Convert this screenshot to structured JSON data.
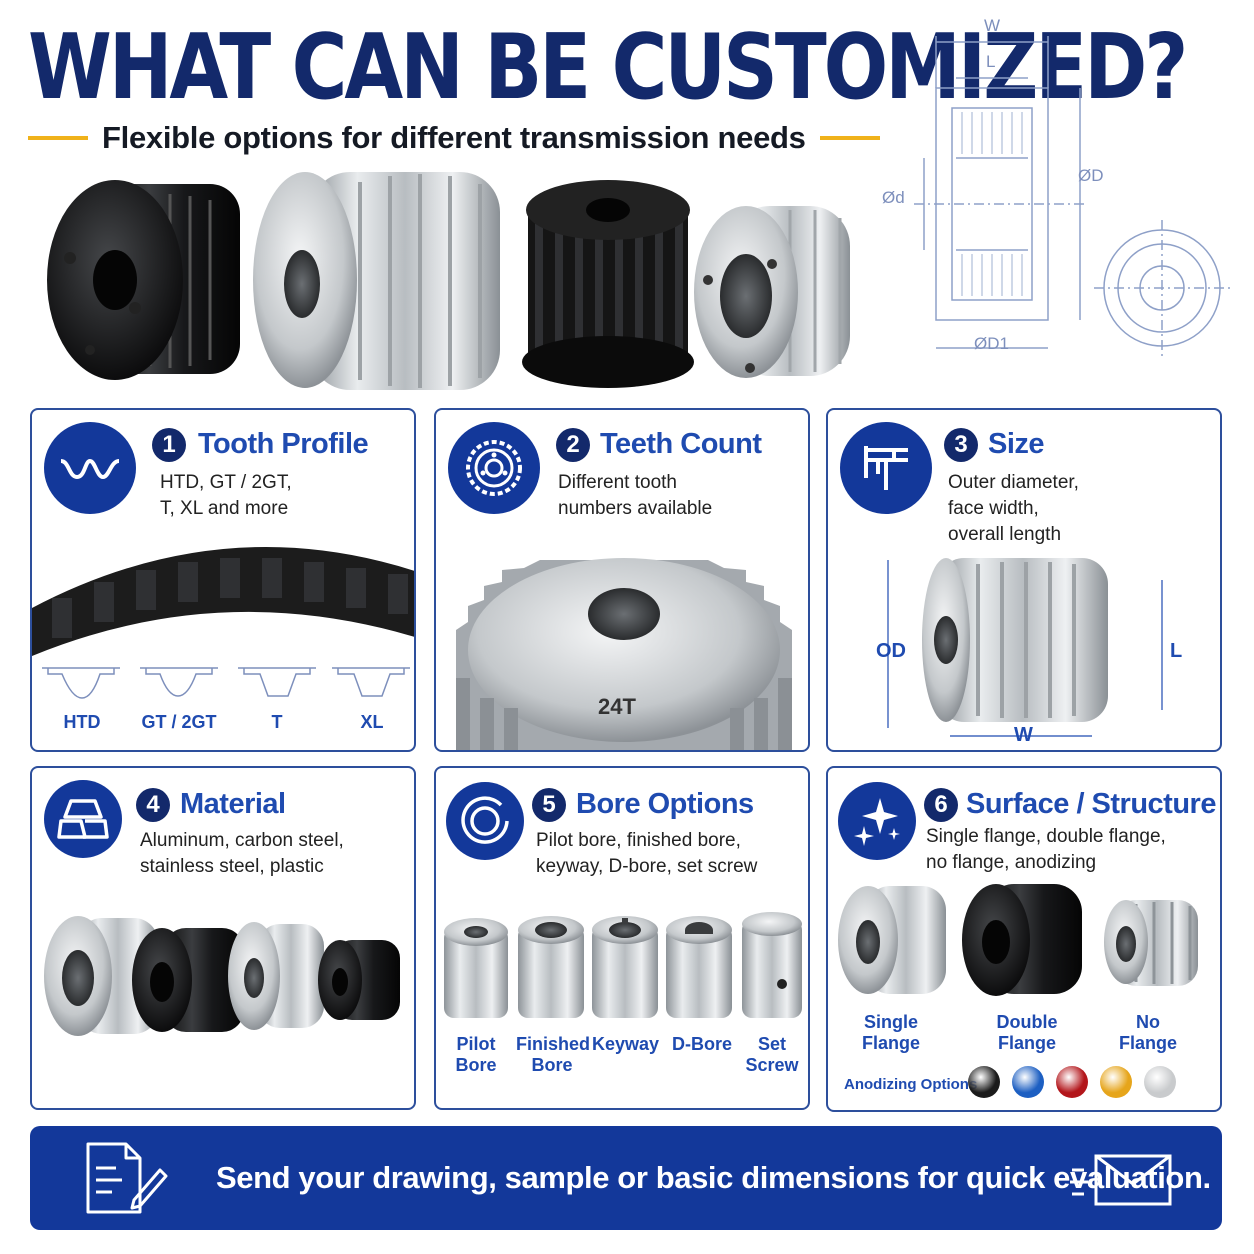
{
  "header": {
    "title": "WHAT CAN BE CUSTOMIZED?",
    "subtitle": "Flexible options for different transmission needs"
  },
  "drawing": {
    "labels": {
      "w": "W",
      "l": "L",
      "od": "ØD",
      "id": "Ød",
      "od1": "ØD1"
    }
  },
  "cards": [
    {
      "num": "1",
      "title": "Tooth Profile",
      "desc": "HTD, GT / 2GT,\nT, XL and more",
      "icon": "tooth-wave-icon",
      "profiles": [
        "HTD",
        "GT / 2GT",
        "T",
        "XL"
      ]
    },
    {
      "num": "2",
      "title": "Teeth Count",
      "desc": "Different tooth\nnumbers available",
      "icon": "gear-icon",
      "tooth_label": "24T"
    },
    {
      "num": "3",
      "title": "Size",
      "desc": "Outer diameter,\nface width,\noverall length",
      "icon": "caliper-icon",
      "dims": {
        "od": "OD",
        "l": "L",
        "w": "W"
      }
    },
    {
      "num": "4",
      "title": "Material",
      "desc": "Aluminum, carbon steel,\nstainless steel, plastic",
      "icon": "material-blocks-icon"
    },
    {
      "num": "5",
      "title": "Bore Options",
      "desc": "Pilot bore, finished bore,\nkeyway, D-bore, set screw",
      "icon": "bore-icon",
      "bores": [
        "Pilot\nBore",
        "Finished\nBore",
        "Keyway",
        "D-Bore",
        "Set\nScrew"
      ]
    },
    {
      "num": "6",
      "title": "Surface / Structure",
      "desc": "Single flange, double flange,\nno flange, anodizing",
      "icon": "sparkle-icon",
      "flanges": [
        "Single\nFlange",
        "Double\nFlange",
        "No\nFlange"
      ],
      "anodizing_label": "Anodizing Options",
      "anodizing_colors": [
        "#1b1b1b",
        "#1d5fc2",
        "#b3161b",
        "#e6a51b",
        "#c9cbcd"
      ]
    }
  ],
  "cta": {
    "text": "Send your drawing, sample or basic dimensions for quick evaluation.",
    "doc_icon": "document-pen-icon",
    "mail_icon": "mail-icon"
  },
  "colors": {
    "navy": "#13296b",
    "blue": "#1f4bb0",
    "gold": "#f0b21a",
    "icon_bg": "#13389a"
  }
}
